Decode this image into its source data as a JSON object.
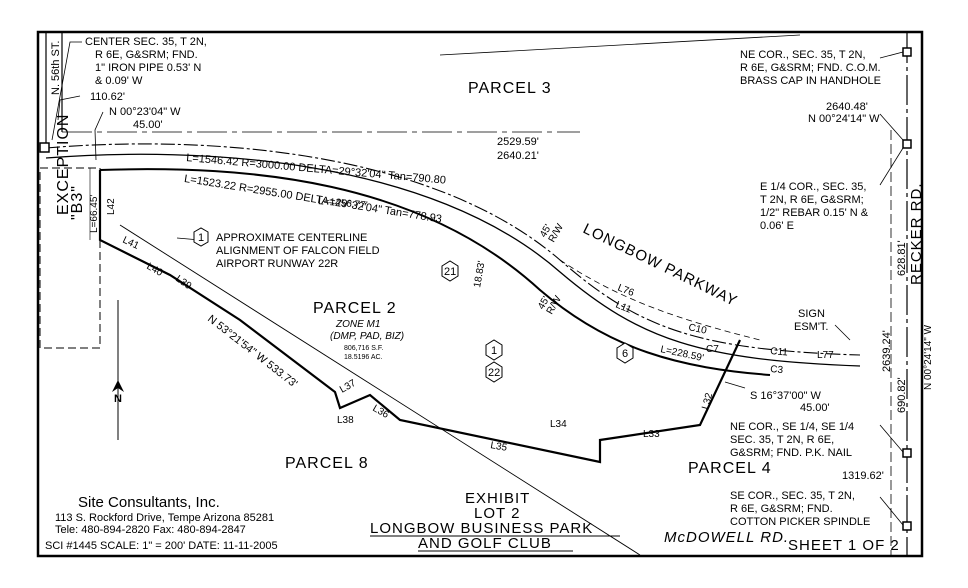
{
  "streets": {
    "n56": "N. 56th ST.",
    "recker": "RECKER RD.",
    "mcdowell": "McDOWELL RD.",
    "longbow": "LONGBOW PARKWAY"
  },
  "parcels": {
    "p3": "PARCEL 3",
    "p2": "PARCEL 2",
    "p8": "PARCEL 8",
    "p4": "PARCEL 4",
    "exception": "EXCEPTION",
    "exception_id": "\"B3\""
  },
  "zone": {
    "line1": "ZONE M1",
    "line2": "(DMP, PAD, BIZ)",
    "line3": "806,716 S.F.",
    "line4": "18.5196 AC."
  },
  "notes": {
    "center": [
      "CENTER SEC. 35, T 2N,",
      "R 6E, G&SRM; FND.",
      "1\" IRON PIPE 0.53' N",
      "& 0.09' W"
    ],
    "ne_cor": [
      "NE COR., SEC. 35, T 2N,",
      "R 6E, G&SRM; FND. C.O.M.",
      "BRASS CAP IN HANDHOLE"
    ],
    "e_quarter": [
      "E 1/4 COR., SEC. 35,",
      "T 2N, R 6E, G&SRM;",
      "1/2\" REBAR 0.15' N &",
      "0.06' E"
    ],
    "ne_se": [
      "NE COR., SE 1/4, SE 1/4",
      "SEC. 35, T 2N, R 6E,",
      "G&SRM; FND. P.K. NAIL"
    ],
    "se_cor": [
      "SE COR., SEC. 35, T 2N,",
      "R 6E, G&SRM; FND.",
      "COTTON PICKER SPINDLE"
    ],
    "runway": [
      "APPROXIMATE CENTERLINE",
      "ALIGNMENT OF FALCON FIELD",
      "AIRPORT RUNWAY 22R"
    ],
    "sign": [
      "SIGN",
      "ESM'T."
    ]
  },
  "dimensions": {
    "d110": "110.62'",
    "n0023_bearing": "N 00°23'04\" W",
    "n0023_dist": "45.00'",
    "d2640_48": "2640.48'",
    "n0024_top": "N 00°24'14\" W",
    "d2529": "2529.59'",
    "d2640_21": "2640.21'",
    "curve1": "L=1546.42  R=3000.00  DELTA=29°32'04\"  Tan=790.80",
    "curve2": "L=1523.22  R=2955.00  DELTA=29°32'04\"  Tan=778.93",
    "l1456": "L=1456.77'",
    "l66": "L=66.45'",
    "d628": "628.81'",
    "rw45a": "45'",
    "rw_a": "R/W",
    "rw45b": "45'",
    "rw_b": "R/W",
    "d18": "18.83'",
    "l228": "L=228.59'",
    "s1637_bearing": "S 16°37'00\" W",
    "s1637_dist": "45.00'",
    "n5321": "N 53°21'54\" W  533.73'",
    "d2639": "2639.24'",
    "n0024_side": "N 00°24'14\" W",
    "d690": "690.82'",
    "d1319": "1319.62'"
  },
  "line_labels": {
    "L42": "L42",
    "L41": "L41",
    "L40": "L40",
    "L39": "L39",
    "L37": "L37",
    "L38": "L38",
    "L36": "L36",
    "L35": "L35",
    "L34": "L34",
    "L33": "L33",
    "L32": "L32",
    "L11": "L11",
    "L76": "L76",
    "L77": "L77",
    "C10": "C10",
    "C11": "C11",
    "C7": "C7",
    "C3": "C3"
  },
  "markers": {
    "m1a": "1",
    "m1b": "1",
    "m21": "21",
    "m22": "22",
    "m6": "6"
  },
  "north": "N",
  "company": {
    "name": "Site Consultants, Inc.",
    "address": "113 S. Rockford Drive, Tempe  Arizona 85281",
    "phone": "Tele:  480-894-2820     Fax:  480-894-2847",
    "sci": "SCI #1445   SCALE:  1\" = 200'   DATE:  11-11-2005"
  },
  "exhibit": {
    "line1": "EXHIBIT",
    "line2": "LOT 2",
    "line3": "LONGBOW BUSINESS PARK",
    "line4": "AND GOLF CLUB"
  },
  "sheet": "SHEET  1  OF  2",
  "colors": {
    "ink": "#000000",
    "paper": "#ffffff"
  }
}
